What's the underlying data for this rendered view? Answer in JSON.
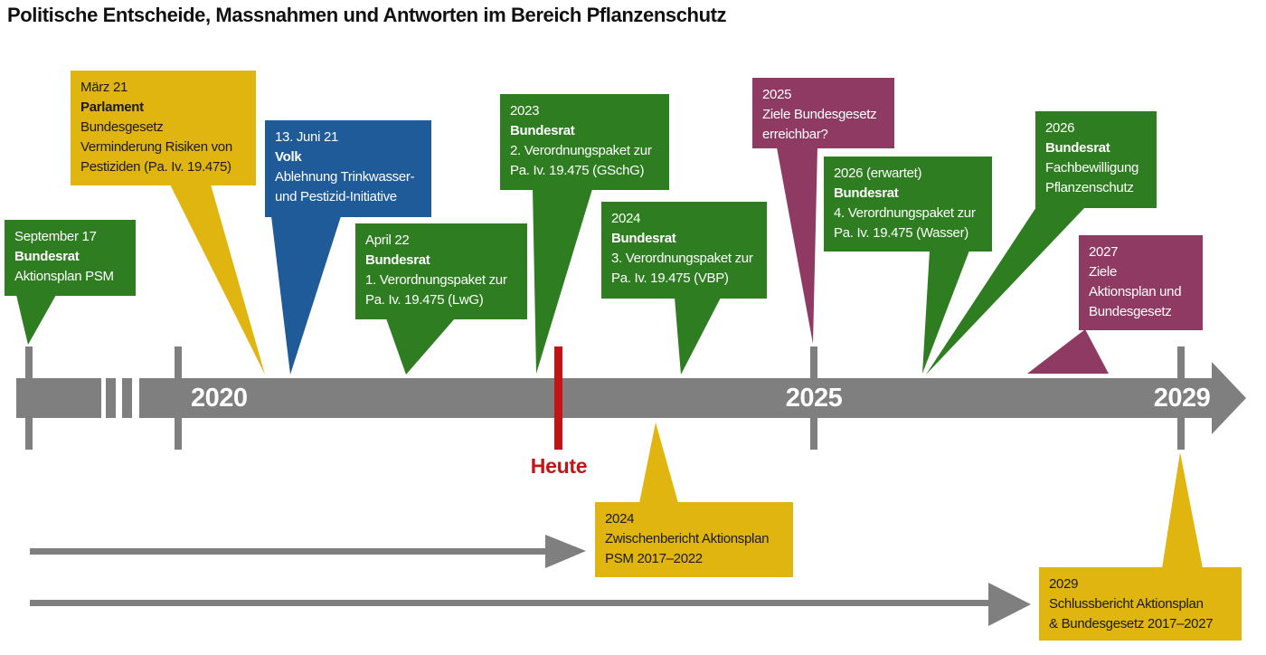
{
  "title": "Politische Entscheide, Massnahmen und Antworten im Bereich Pflanzenschutz",
  "colors": {
    "green": "#2e7d20",
    "blue": "#1f5b99",
    "purple": "#8e3a63",
    "yellow": "#e0b50f",
    "gray": "#7f7f7f",
    "red": "#c31515"
  },
  "timeline": {
    "label_2020": "2020",
    "label_2025": "2025",
    "label_2029": "2029",
    "today": "Heute"
  },
  "callouts": {
    "sep17": {
      "date": "September 17",
      "actor": "Bundesrat",
      "line1": "Aktionsplan PSM"
    },
    "maerz21": {
      "date": "März 21",
      "actor": "Parlament",
      "line1": "Bundesgesetz",
      "line2": "Verminderung Risiken von",
      "line3": "Pestiziden (Pa. Iv. 19.475)"
    },
    "juni21": {
      "date": "13. Juni 21",
      "actor": "Volk",
      "line1": "Ablehnung Trinkwasser-",
      "line2": "und Pestizid-Initiative"
    },
    "april22": {
      "date": "April 22",
      "actor": "Bundesrat",
      "line1": "1. Verordnungspaket zur",
      "line2": "Pa. Iv. 19.475 (LwG)"
    },
    "v2023": {
      "date": "2023",
      "actor": "Bundesrat",
      "line1": "2. Verordnungspaket zur",
      "line2": "Pa. Iv. 19.475 (GSchG)"
    },
    "v2024": {
      "date": "2024",
      "actor": "Bundesrat",
      "line1": "3. Verordnungspaket zur",
      "line2": "Pa. Iv. 19.475 (VBP)"
    },
    "z2025": {
      "date": "2025",
      "line1": "Ziele Bundesgesetz",
      "line2": "erreichbar?"
    },
    "v2026": {
      "date": "2026 (erwartet)",
      "actor": "Bundesrat",
      "line1": "4. Verordnungspaket zur",
      "line2": "Pa. Iv. 19.475 (Wasser)"
    },
    "f2026": {
      "date": "2026",
      "actor": "Bundesrat",
      "line1": "Fachbewilligung",
      "line2": "Pflanzenschutz"
    },
    "z2027": {
      "date": "2027",
      "line1": "Ziele",
      "line2": "Aktionsplan und",
      "line3": "Bundesgesetz"
    },
    "r2024": {
      "date": "2024",
      "line1": "Zwischenbericht Aktionsplan",
      "line2": "PSM 2017–2022"
    },
    "r2029": {
      "date": "2029",
      "line1": "Schlussbericht Aktionsplan",
      "line2": "& Bundesgesetz 2017–2027"
    }
  }
}
